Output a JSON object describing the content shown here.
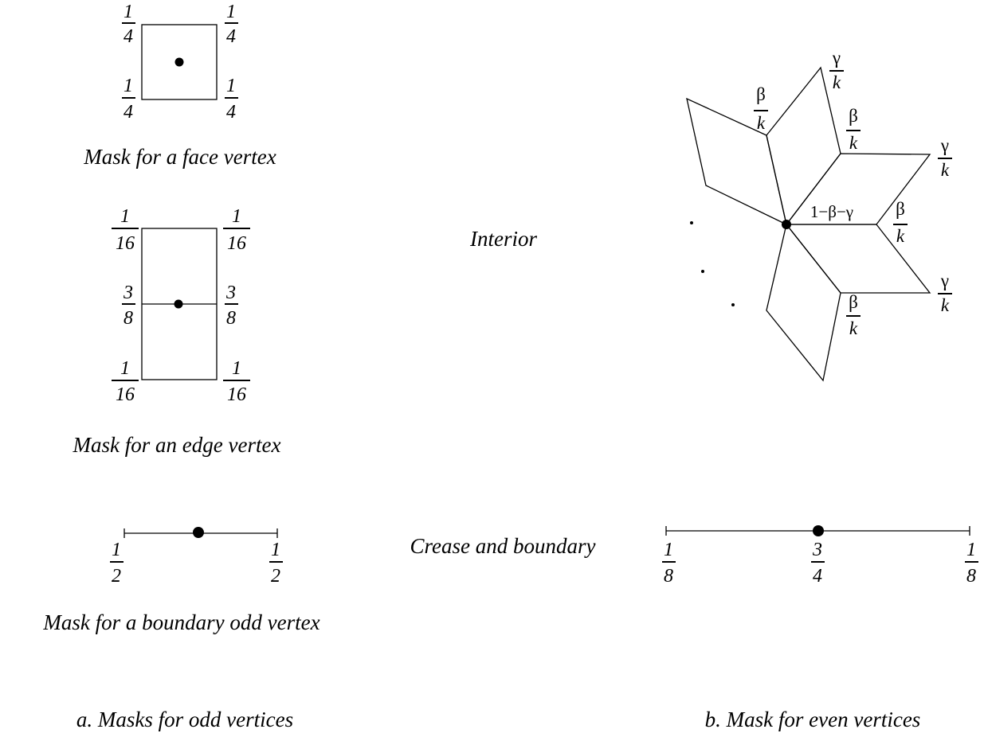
{
  "fractions": {
    "quarter": {
      "num": "1",
      "den": "4"
    },
    "sixteenth": {
      "num": "1",
      "den": "16"
    },
    "three_eighths": {
      "num": "3",
      "den": "8"
    },
    "half": {
      "num": "1",
      "den": "2"
    },
    "eighth": {
      "num": "1",
      "den": "8"
    },
    "three_quarters": {
      "num": "3",
      "den": "4"
    },
    "beta_k": {
      "num": "β",
      "den": "k"
    },
    "gamma_k": {
      "num": "γ",
      "den": "k"
    }
  },
  "center_weight": "1−β−γ",
  "labels": {
    "face_vertex": "Mask for a face vertex",
    "edge_vertex": "Mask for an edge vertex",
    "boundary_odd_vertex": "Mask for a boundary odd  vertex",
    "interior": "Interior",
    "crease_boundary": "Crease and boundary",
    "caption_a": "a. Masks for odd vertices",
    "caption_b": "b. Mask for even vertices"
  }
}
